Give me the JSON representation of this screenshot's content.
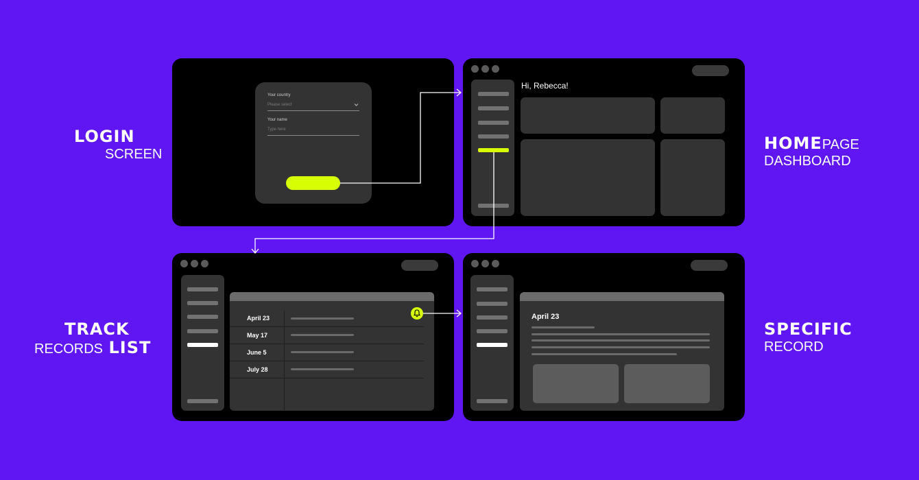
{
  "background_color": "#5f16f2",
  "accent_color": "#d7fe03",
  "labels": {
    "login": {
      "big": "LOGIN",
      "small": "SCREEN"
    },
    "home": {
      "big": "HOME",
      "small_inline": "PAGE",
      "small": "DASHBOARD"
    },
    "track": {
      "big": "TRACK",
      "small_inline": "RECORDS",
      "big_inline": "LIST"
    },
    "specific": {
      "big": "SPECIFIC",
      "small": "RECORD"
    }
  },
  "login_screen": {
    "country_label": "Your country",
    "country_placeholder": "Please select",
    "name_label": "Your name",
    "name_placeholder": "Type here",
    "dropdown_icon": "chevron-down-icon"
  },
  "home_screen": {
    "greeting": "Hi, Rebecca!"
  },
  "track_screen": {
    "dates": [
      "April 23",
      "May 17",
      "June 5",
      "July 28"
    ],
    "notification_icon": "bell-icon"
  },
  "record_screen": {
    "date": "April 23"
  }
}
